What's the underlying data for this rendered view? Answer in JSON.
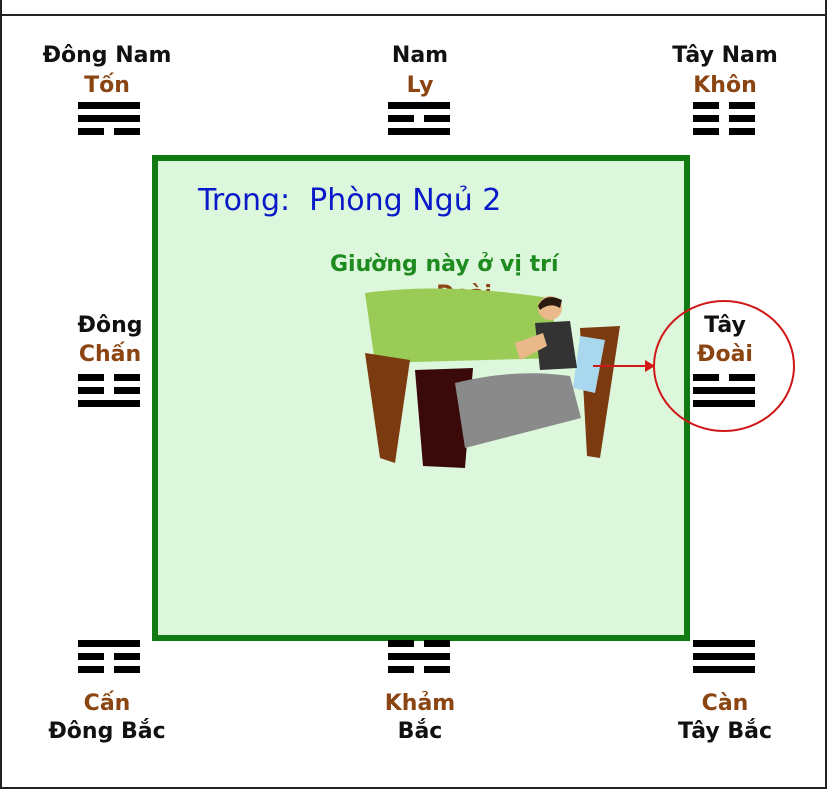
{
  "directions": {
    "southeast": {
      "direction": "Đông Nam",
      "trigram": "Tốn",
      "lines": [
        "solid",
        "solid",
        "broken"
      ]
    },
    "south": {
      "direction": "Nam",
      "trigram": "Ly",
      "lines": [
        "solid",
        "broken",
        "solid"
      ]
    },
    "southwest": {
      "direction": "Tây Nam",
      "trigram": "Khôn",
      "lines": [
        "broken",
        "broken",
        "broken"
      ]
    },
    "east": {
      "direction": "Đông",
      "trigram": "Chấn",
      "lines": [
        "broken",
        "broken",
        "solid"
      ]
    },
    "west": {
      "direction": "Tây",
      "trigram": "Đoài",
      "lines": [
        "broken",
        "solid",
        "solid"
      ]
    },
    "northeast": {
      "direction": "Đông Bắc",
      "trigram": "Cấn",
      "lines": [
        "solid",
        "broken",
        "broken"
      ]
    },
    "north": {
      "direction": "Bắc",
      "trigram": "Khảm",
      "lines": [
        "broken",
        "solid",
        "broken"
      ]
    },
    "northwest": {
      "direction": "Tây Bắc",
      "trigram": "Càn",
      "lines": [
        "solid",
        "solid",
        "solid"
      ]
    }
  },
  "room": {
    "label": "Trong:  Phòng Ngủ 2",
    "bed_position_text": "Giường này ở vị trí",
    "bed_position_value": "Đoài"
  },
  "colors": {
    "room_border": "#127a12",
    "room_fill": "#dcf7dc",
    "trigram_name": "#8b4513",
    "room_label": "#0a1ac8",
    "highlight_circle": "#d01818"
  }
}
